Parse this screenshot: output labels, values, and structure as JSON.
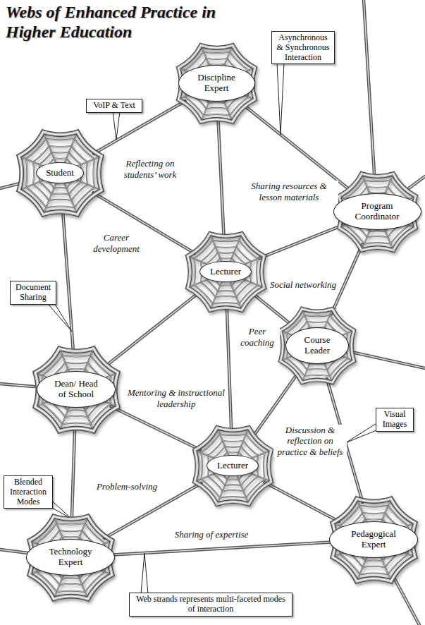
{
  "diagram": {
    "title": "Webs of Enhanced Practice in Higher Education",
    "nodes": [
      {
        "text": [
          "VoIP & Text"
        ]
      },
      {
        "text": [
          "Discipline Expert"
        ]
      },
      {
        "text": [
          "Asynchronous & Synchronous Interaction"
        ]
      },
      {
        "text": [
          "Student"
        ]
      },
      {
        "text": [
          "Program Coordinator"
        ]
      },
      {
        "text": [
          "Lecturer"
        ]
      },
      {
        "text": [
          "Document Sharing"
        ]
      },
      {
        "text": [
          "Course Leader"
        ]
      },
      {
        "text": [
          "Dean/ Head of School"
        ]
      },
      {
        "text": [
          "Lecturer"
        ]
      },
      {
        "text": [
          "Blended Interaction Modes"
        ]
      },
      {
        "text": [
          "Visual Images"
        ]
      },
      {
        "text": [
          "Technology Expert"
        ]
      },
      {
        "text": [
          "Pedagogical Expert"
        ]
      },
      {
        "text": [
          "Web strands represents multi-faceted modes of interaction"
        ]
      }
    ],
    "edges": [
      {
        "from": 3,
        "to": 1,
        "arrow": "none"
      },
      {
        "from": 1,
        "to": 4,
        "arrow": "none"
      },
      {
        "from": 1,
        "to": 5,
        "arrow": "none"
      },
      {
        "from": 3,
        "to": 5,
        "arrow": "none"
      },
      {
        "from": 5,
        "to": 4,
        "arrow": "none"
      },
      {
        "from": 4,
        "to": 7,
        "arrow": "none"
      },
      {
        "from": 3,
        "to": 8,
        "arrow": "none"
      },
      {
        "from": 5,
        "to": 8,
        "arrow": "none"
      },
      {
        "from": 5,
        "to": 7,
        "arrow": "none"
      },
      {
        "from": 5,
        "to": 9,
        "arrow": "none"
      },
      {
        "from": 7,
        "to": 9,
        "arrow": "none"
      },
      {
        "from": 8,
        "to": 9,
        "arrow": "none"
      },
      {
        "from": 8,
        "to": 12,
        "arrow": "none"
      },
      {
        "from": 9,
        "to": 12,
        "arrow": "none"
      },
      {
        "from": 9,
        "to": 13,
        "arrow": "none"
      },
      {
        "from": 7,
        "to": 13,
        "arrow": "none"
      },
      {
        "from": 12,
        "to": 13,
        "arrow": "none"
      }
    ],
    "labels": [
      "Reflecting on students’ work",
      "Sharing resources & lesson materials",
      "Career development",
      "Social networking",
      "Peer coaching",
      "Mentoring & instructional leadership",
      "Problem-solving",
      "Discussion & reflection on practice & beliefs",
      "Sharing of expertise"
    ]
  }
}
